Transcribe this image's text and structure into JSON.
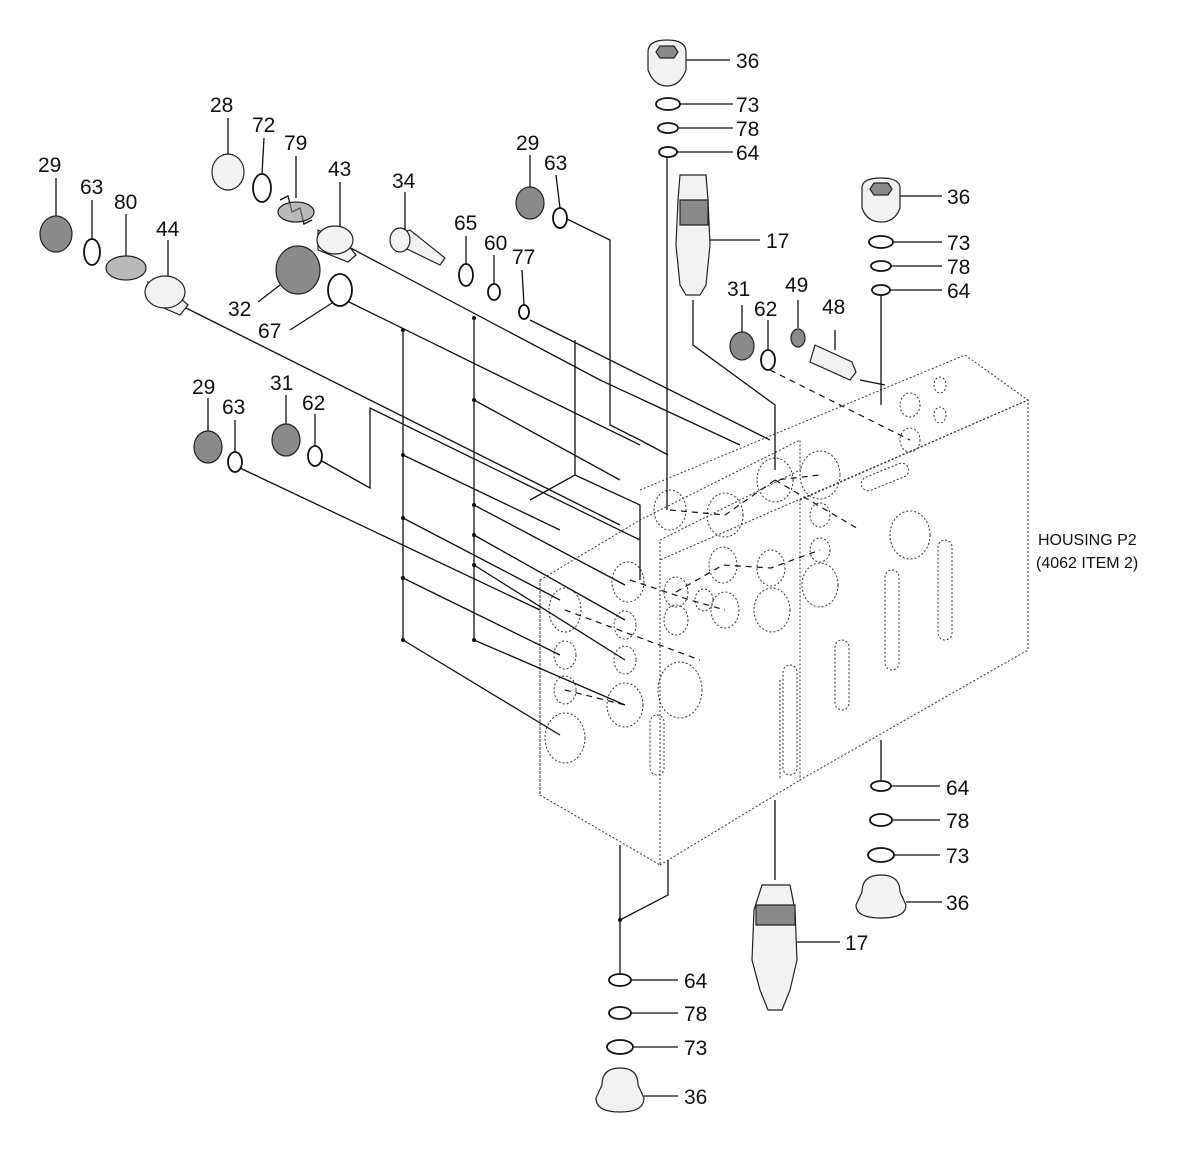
{
  "housing": {
    "line1": "HOUSING P2",
    "line2": "(4062 ITEM 2)"
  },
  "callouts": {
    "c36_top": "36",
    "c73_top": "73",
    "c78_top": "78",
    "c64_top": "64",
    "c17_top": "17",
    "c36_r": "36",
    "c73_r": "73",
    "c78_r": "78",
    "c64_r": "64",
    "c31_r": "31",
    "c62_r": "62",
    "c49": "49",
    "c48": "48",
    "c29_mid": "29",
    "c63_mid": "63",
    "c28": "28",
    "c72": "72",
    "c79": "79",
    "c43": "43",
    "c34": "34",
    "c65": "65",
    "c60": "60",
    "c77": "77",
    "c29_left": "29",
    "c63_left": "63",
    "c80": "80",
    "c44": "44",
    "c32": "32",
    "c67": "67",
    "c29_low": "29",
    "c63_low": "63",
    "c31_low": "31",
    "c62_low": "62",
    "c64_br": "64",
    "c78_br": "78",
    "c73_br": "73",
    "c36_br": "36",
    "c17_bot": "17",
    "c64_bot": "64",
    "c78_bot": "78",
    "c73_bot": "73",
    "c36_bot": "36"
  }
}
